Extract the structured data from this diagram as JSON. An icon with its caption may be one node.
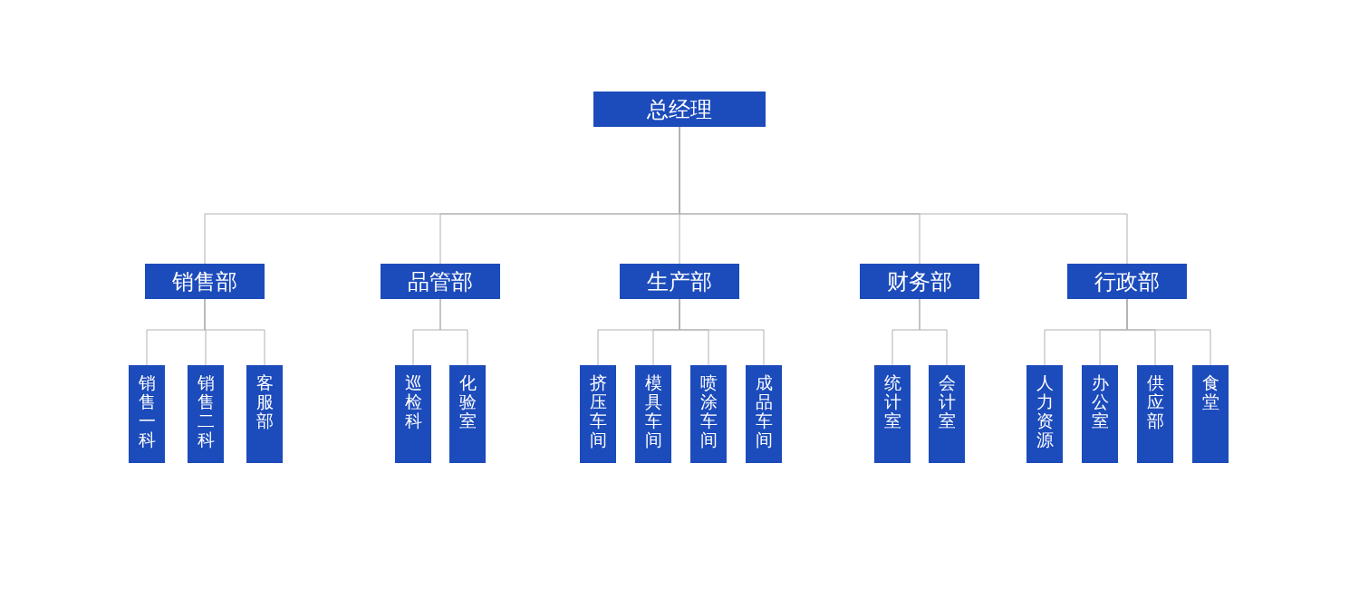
{
  "diagram": {
    "nodes": [
      {
        "text": [
          "总经理"
        ]
      },
      {
        "text": [
          "销售部"
        ]
      },
      {
        "text": [
          "品管部"
        ]
      },
      {
        "text": [
          "生产部"
        ]
      },
      {
        "text": [
          "财务部"
        ]
      },
      {
        "text": [
          "行政部"
        ]
      },
      {
        "text": [
          "销售一科"
        ]
      },
      {
        "text": [
          "销售二科"
        ]
      },
      {
        "text": [
          "客服部"
        ]
      },
      {
        "text": [
          "巡检科"
        ]
      },
      {
        "text": [
          "化验室"
        ]
      },
      {
        "text": [
          "挤压车间"
        ]
      },
      {
        "text": [
          "模具车间"
        ]
      },
      {
        "text": [
          "喷涂车间"
        ]
      },
      {
        "text": [
          "成品车间"
        ]
      },
      {
        "text": [
          "统计室"
        ]
      },
      {
        "text": [
          "会计室"
        ]
      },
      {
        "text": [
          "人力资源"
        ]
      },
      {
        "text": [
          "办公室"
        ]
      },
      {
        "text": [
          "供应部"
        ]
      },
      {
        "text": [
          "食堂"
        ]
      }
    ],
    "edges": [
      {
        "from": 0,
        "to": 1,
        "arrow": "none"
      },
      {
        "from": 0,
        "to": 2,
        "arrow": "none"
      },
      {
        "from": 0,
        "to": 3,
        "arrow": "none"
      },
      {
        "from": 0,
        "to": 4,
        "arrow": "none"
      },
      {
        "from": 0,
        "to": 5,
        "arrow": "none"
      },
      {
        "from": 1,
        "to": 6,
        "arrow": "none"
      },
      {
        "from": 1,
        "to": 7,
        "arrow": "none"
      },
      {
        "from": 1,
        "to": 8,
        "arrow": "none"
      },
      {
        "from": 2,
        "to": 9,
        "arrow": "none"
      },
      {
        "from": 2,
        "to": 10,
        "arrow": "none"
      },
      {
        "from": 3,
        "to": 11,
        "arrow": "none"
      },
      {
        "from": 3,
        "to": 12,
        "arrow": "none"
      },
      {
        "from": 3,
        "to": 13,
        "arrow": "none"
      },
      {
        "from": 3,
        "to": 14,
        "arrow": "none"
      },
      {
        "from": 4,
        "to": 15,
        "arrow": "none"
      },
      {
        "from": 4,
        "to": 16,
        "arrow": "none"
      },
      {
        "from": 5,
        "to": 17,
        "arrow": "none"
      },
      {
        "from": 5,
        "to": 18,
        "arrow": "none"
      },
      {
        "from": 5,
        "to": 19,
        "arrow": "none"
      },
      {
        "from": 5,
        "to": 20,
        "arrow": "none"
      }
    ]
  }
}
